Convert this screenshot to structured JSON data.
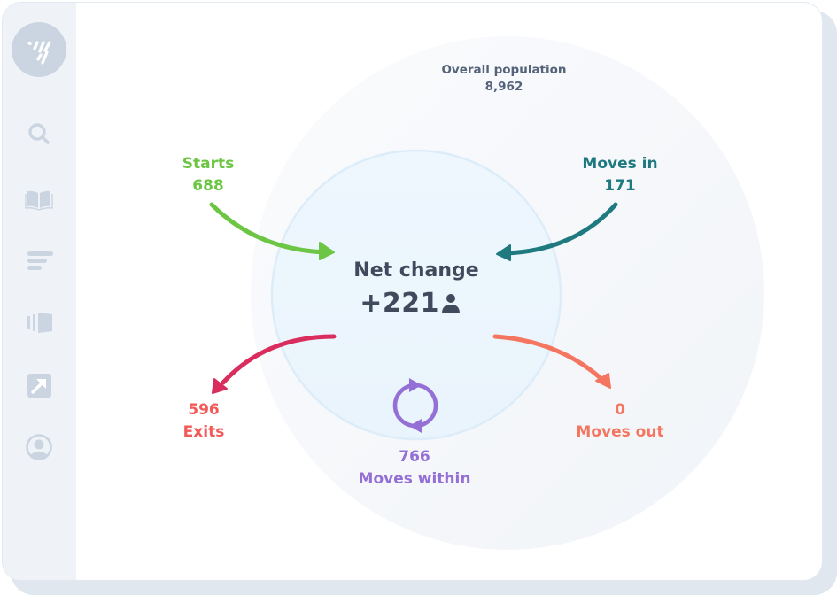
{
  "sidebar": {
    "logo": "brand-logo",
    "items": [
      {
        "id": "search",
        "icon": "search-icon"
      },
      {
        "id": "library",
        "icon": "open-book-icon"
      },
      {
        "id": "reports",
        "icon": "sort-lines-icon"
      },
      {
        "id": "pipeline",
        "icon": "flow-bars-icon"
      },
      {
        "id": "export",
        "icon": "arrow-up-right-square-icon"
      },
      {
        "id": "profile",
        "icon": "user-circle-icon"
      }
    ]
  },
  "diagram": {
    "overall": {
      "label": "Overall population",
      "value": "8,962"
    },
    "net_change": {
      "label": "Net change",
      "value": "+221",
      "icon": "person-icon"
    },
    "starts": {
      "label": "Starts",
      "value": "688",
      "color": "#6cc644"
    },
    "moves_in": {
      "label": "Moves in",
      "value": "171",
      "color": "#1f7a80"
    },
    "exits": {
      "label": "Exits",
      "value": "596",
      "color": "#f25a5a",
      "arrow_color": "#d92d5e"
    },
    "moves_out": {
      "label": "Moves out",
      "value": "0",
      "color": "#f47560"
    },
    "moves_within": {
      "label": "Moves within",
      "value": "766",
      "color": "#9470d6",
      "icon": "cycle-arrows-icon"
    }
  },
  "colors": {
    "outer_circle": "#f4f6f9",
    "inner_circle": "#edf6fd",
    "inner_border": "#dcedf9",
    "sidebar_bg": "#eff3f8",
    "icon_gray": "#cbd5e1",
    "text_dark": "#3f4a5c"
  }
}
